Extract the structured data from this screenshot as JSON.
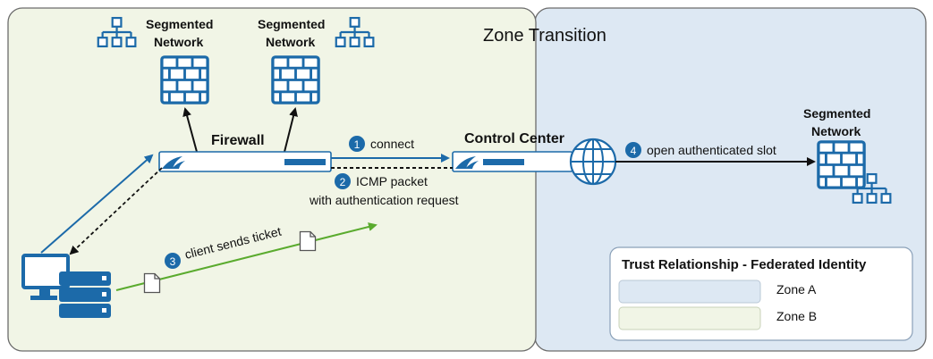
{
  "zone_transition_title": "Zone Transition",
  "segmented_networks": [
    {
      "line1": "Segmented",
      "line2": "Network"
    },
    {
      "line1": "Segmented",
      "line2": "Network"
    },
    {
      "line1": "Segmented",
      "line2": "Network"
    }
  ],
  "firewall_label": "Firewall",
  "control_center_label": "Control Center",
  "steps": [
    {
      "number": "1",
      "text": "connect"
    },
    {
      "number": "2",
      "text": "ICMP packet",
      "text2": "with authentication request"
    },
    {
      "number": "3",
      "text": "client sends ticket"
    },
    {
      "number": "4",
      "text": "open authenticated slot"
    }
  ],
  "legend": {
    "title": "Trust Relationship - Federated Identity",
    "items": [
      {
        "label": "Zone A",
        "color": "#dde8f3"
      },
      {
        "label": "Zone B",
        "color": "#f1f5e6"
      }
    ]
  },
  "colors": {
    "zone_a": "#dde8f3",
    "zone_b": "#f1f5e6",
    "brand_blue": "#1c6aa9",
    "ticket_green": "#5aab2e"
  },
  "icons": [
    "network-topology-icon",
    "firewall-brick-icon",
    "globe-icon",
    "computer-icon",
    "server-stack-icon",
    "ticket-document-icon"
  ]
}
